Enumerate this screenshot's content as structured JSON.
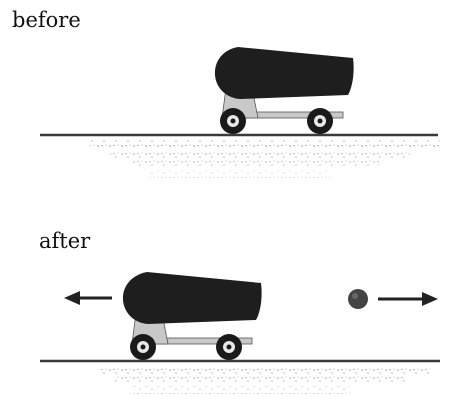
{
  "labels": {
    "before": "before",
    "after": "after"
  },
  "colors": {
    "cannon_barrel": "#1e1e1e",
    "carriage_frame": "#c8c8c8",
    "wheel": "#1a1a1a",
    "ground_line": "#3a3a3a",
    "ground_speckle": "#9a9a9a",
    "arrow": "#222222",
    "cannonball": "#444444"
  },
  "panels": [
    {
      "name": "before",
      "cannonball_visible": false,
      "recoil_arrow": false,
      "ball_arrow": false
    },
    {
      "name": "after",
      "cannonball_visible": true,
      "recoil_arrow": "left",
      "ball_arrow": "right"
    }
  ]
}
